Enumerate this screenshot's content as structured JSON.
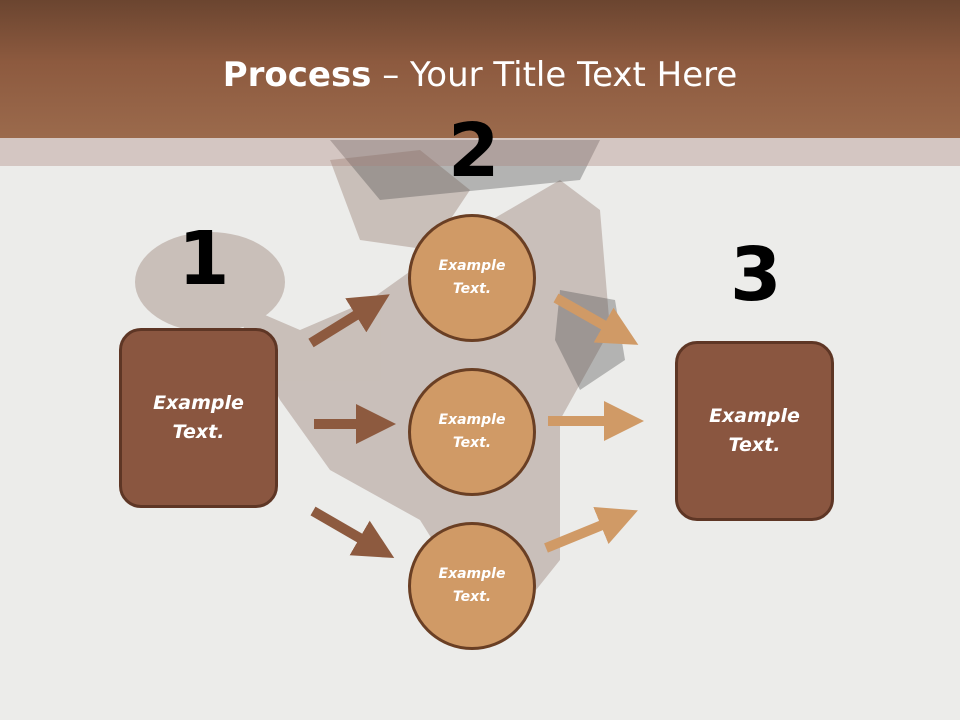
{
  "slide": {
    "title_bold": "Process",
    "title_rest": " – Your Title Text Here"
  },
  "steps": [
    {
      "number": "1",
      "label": "Example\nText."
    },
    {
      "number": "2",
      "label": "Example\nText."
    },
    {
      "number": "3",
      "label": "Example\nText."
    }
  ],
  "circles": [
    {
      "label": "Example\nText."
    },
    {
      "label": "Example\nText."
    },
    {
      "label": "Example\nText."
    }
  ],
  "colors": {
    "title_bar": "#8d5a3f",
    "box_fill": "#8a5640",
    "circle_fill": "#d09a66",
    "arrow_left": "#8d5a3f",
    "arrow_right": "#d09a66"
  },
  "icons": {
    "background_photo": "boxer-silhouette-image"
  }
}
